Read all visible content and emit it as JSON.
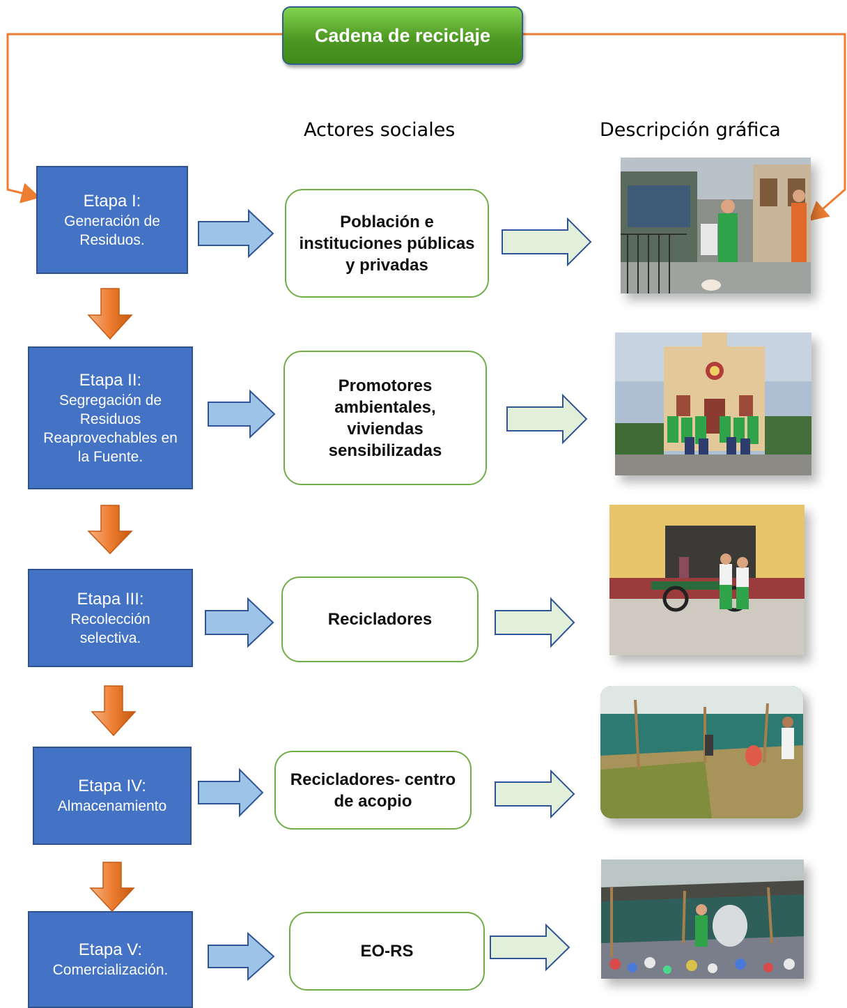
{
  "title": "Cadena de reciclaje",
  "headers": {
    "actors": "Actores sociales",
    "graphic": "Descripción gráfica"
  },
  "stages": [
    {
      "title": "Etapa I:",
      "desc": "Generación de Residuos.",
      "actor": "Población e instituciones públicas y privadas"
    },
    {
      "title": "Etapa II:",
      "desc": "Segregación de Residuos Reaprovechables en la Fuente.",
      "actor": "Promotores ambientales, viviendas sensibilizadas"
    },
    {
      "title": "Etapa III:",
      "desc": "Recolección selectiva.",
      "actor": "Recicladores"
    },
    {
      "title": "Etapa IV:",
      "desc": "Almacenamiento",
      "actor": "Recicladores- centro de acopio"
    },
    {
      "title": "Etapa V:",
      "desc": "Comercialización.",
      "actor": "EO-RS"
    }
  ],
  "colors": {
    "stage_fill": "#4472c4",
    "actor_border": "#70ad47",
    "connector": "#ed7d31",
    "title_green": "#4e9a24"
  }
}
